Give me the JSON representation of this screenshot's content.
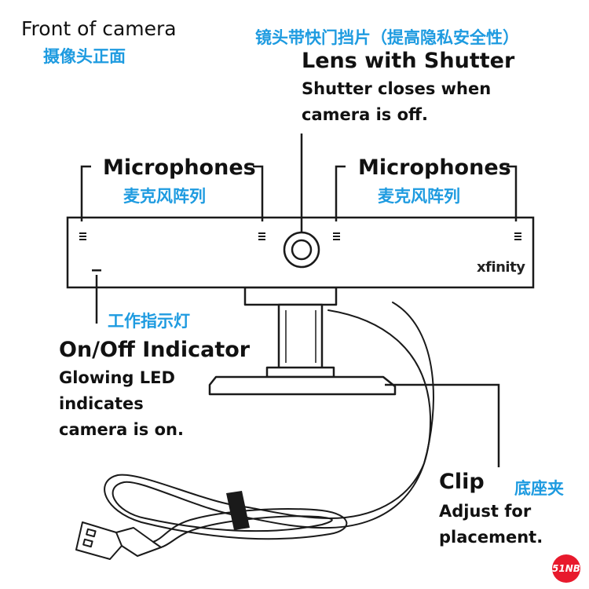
{
  "title": {
    "en": "Front of camera",
    "cn": "摄像头正面"
  },
  "lens": {
    "cn": "镜头带快门挡片（提高隐私安全性）",
    "heading": "Lens with Shutter",
    "desc_line1": "Shutter closes when",
    "desc_line2": "camera is off."
  },
  "mic_left": {
    "heading": "Microphones",
    "cn": "麦克风阵列"
  },
  "mic_right": {
    "heading": "Microphones",
    "cn": "麦克风阵列"
  },
  "indicator": {
    "cn": "工作指示灯",
    "heading": "On/Off Indicator",
    "desc_line1": "Glowing LED",
    "desc_line2": "indicates",
    "desc_line3": "camera is on."
  },
  "clip": {
    "heading": "Clip",
    "cn": "底座夹",
    "desc_line1": "Adjust for",
    "desc_line2": "placement."
  },
  "brand_logo": "xfinity",
  "watermark_badge": "51NB"
}
